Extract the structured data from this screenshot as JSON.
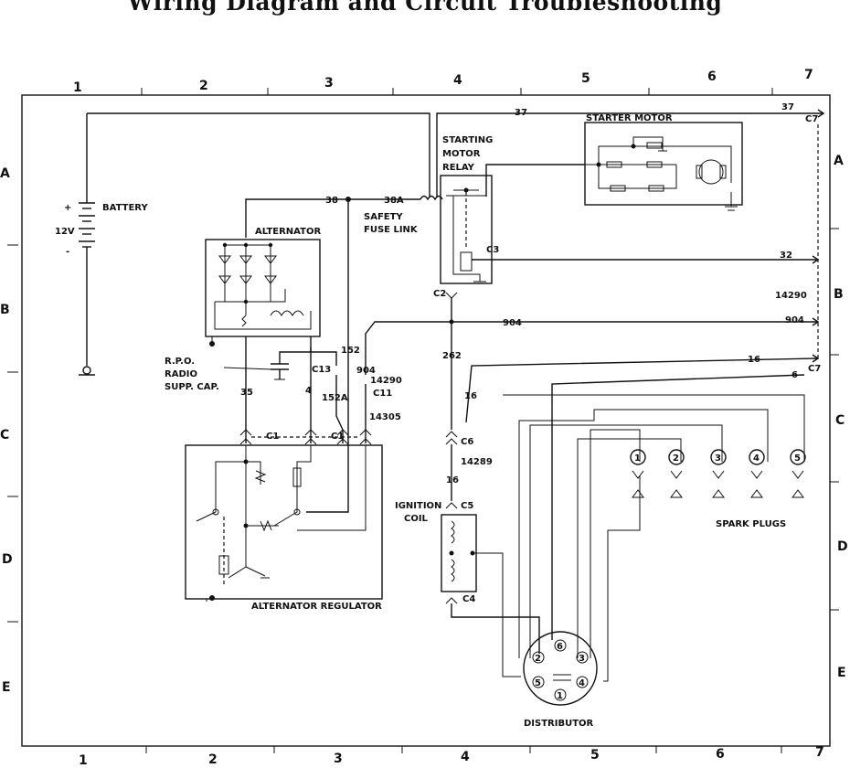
{
  "title": "Wiring Diagram and Circuit Troubleshooting",
  "grid": {
    "columns": [
      "1",
      "2",
      "3",
      "4",
      "5",
      "6",
      "7"
    ],
    "rows": [
      "A",
      "B",
      "C",
      "D",
      "E"
    ]
  },
  "components": {
    "battery": "BATTERY",
    "battery_voltage": "12V",
    "battery_plus": "+",
    "battery_minus": "-",
    "alternator": "ALTERNATOR",
    "starter_motor": "STARTER MOTOR",
    "relay_1": "STARTING",
    "relay_2": "MOTOR",
    "relay_3": "RELAY",
    "fuse_1": "SAFETY",
    "fuse_2": "FUSE LINK",
    "rpo_1": "R.P.O.",
    "rpo_2": "RADIO",
    "rpo_3": "SUPP. CAP.",
    "ignition_1": "IGNITION",
    "ignition_2": "COIL",
    "spark_plugs": "SPARK PLUGS",
    "alternator_regulator": "ALTERNATOR REGULATOR",
    "distributor": "DISTRIBUTOR"
  },
  "wires": {
    "w37a": "37",
    "w37b": "37",
    "w38": "38",
    "w38a": "38A",
    "w32": "32",
    "w14290a": "14290",
    "w904a": "904",
    "w904b": "904",
    "w904c": "904",
    "w262": "262",
    "w16a": "16",
    "w16b": "16",
    "w16c": "16",
    "w6": "6",
    "w152": "152",
    "w152a": "152A",
    "w14290b": "14290",
    "w14305": "14305",
    "w14289": "14289",
    "w35": "35",
    "w4": "4"
  },
  "connectors": {
    "c1a": "C1",
    "c1b": "C1",
    "c2": "C2",
    "c3": "C3",
    "c4": "C4",
    "c5": "C5",
    "c6": "C6",
    "c7a": "C7",
    "c7b": "C7",
    "c11": "C11",
    "c13": "C13"
  },
  "plugs": [
    "1",
    "2",
    "3",
    "4",
    "5"
  ],
  "distributor_terminals": [
    "6",
    "2",
    "3",
    "5",
    "1",
    "4"
  ]
}
